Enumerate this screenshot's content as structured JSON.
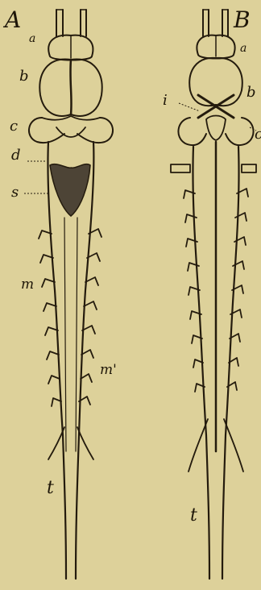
{
  "figure_a": {
    "panel_label": "A",
    "labels": {
      "a": "a",
      "b": "b",
      "c": "c",
      "d": "d",
      "s": "s",
      "m": "m",
      "m_prime": "m'",
      "t": "t"
    }
  },
  "figure_b": {
    "panel_label": "B",
    "labels": {
      "a": "a",
      "b": "b",
      "c": "c",
      "i": "i",
      "t": "t"
    }
  },
  "colors": {
    "paper": "#ddd19a",
    "ink": "#241b0d",
    "sinus": "#4d4436"
  }
}
